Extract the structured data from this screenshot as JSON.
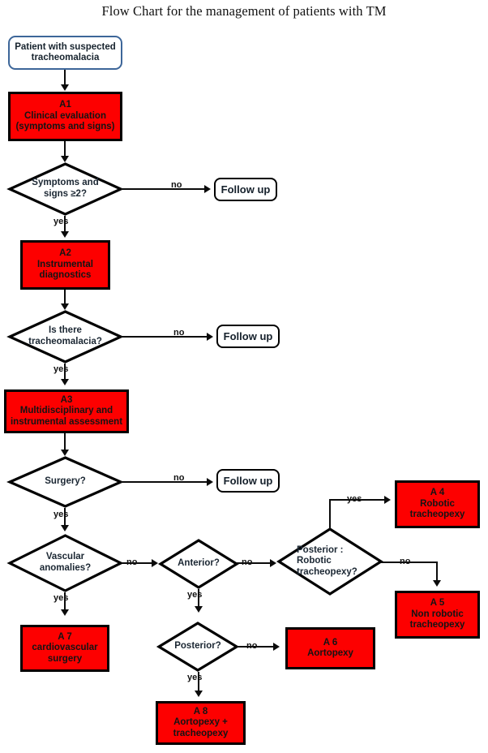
{
  "title": "Flow Chart for the management of patients with TM",
  "colors": {
    "process_fill": "#FD0000",
    "process_border": "#000000",
    "start_border": "#3D6699",
    "terminal_border": "#000000",
    "text": "#141414",
    "background": "#FFFFFF"
  },
  "nodes": {
    "start": {
      "line1": "Patient with suspected",
      "line2": "tracheomalacia"
    },
    "a1": {
      "code": "A1",
      "line1": "Clinical evaluation",
      "line2": "(symptoms and signs)"
    },
    "d1": {
      "line1": "Symptoms and",
      "line2": "signs ≥2?"
    },
    "followup1": {
      "label": "Follow up"
    },
    "a2": {
      "code": "A2",
      "line1": "Instrumental",
      "line2": "diagnostics"
    },
    "d2": {
      "line1": "Is there",
      "line2": "tracheomalacia?"
    },
    "followup2": {
      "label": "Follow up"
    },
    "a3": {
      "code": "A3",
      "line1": "Multidisciplinary and",
      "line2": "instrumental assessment"
    },
    "d3": {
      "line1": "Surgery?"
    },
    "followup3": {
      "label": "Follow up"
    },
    "d4": {
      "line1": "Vascular",
      "line2": "anomalies?"
    },
    "d5": {
      "line1": "Anterior?"
    },
    "d6": {
      "line1": "Posterior :",
      "line2": "Robotic",
      "line3": "tracheopexy?"
    },
    "d7": {
      "line1": "Posterior?"
    },
    "a4": {
      "code": "A 4",
      "line1": "Robotic",
      "line2": "tracheopexy"
    },
    "a5": {
      "code": "A 5",
      "line1": "Non robotic",
      "line2": "tracheopexy"
    },
    "a6": {
      "code": "A 6",
      "line1": "Aortopexy"
    },
    "a7": {
      "code": "A 7",
      "line1": "cardiovascular",
      "line2": "surgery"
    },
    "a8": {
      "code": "A 8",
      "line1": "Aortopexy +",
      "line2": "tracheopexy"
    }
  },
  "edges": {
    "d1_no": "no",
    "d1_yes": "yes",
    "d2_no": "no",
    "d2_yes": "yes",
    "d3_no": "no",
    "d3_yes": "yes",
    "d4_no": "no",
    "d4_yes": "yes",
    "d5_no": "no",
    "d5_yes": "yes",
    "d6_yes": "yes",
    "d6_no": "no",
    "d7_no": "no",
    "d7_yes": "yes"
  }
}
